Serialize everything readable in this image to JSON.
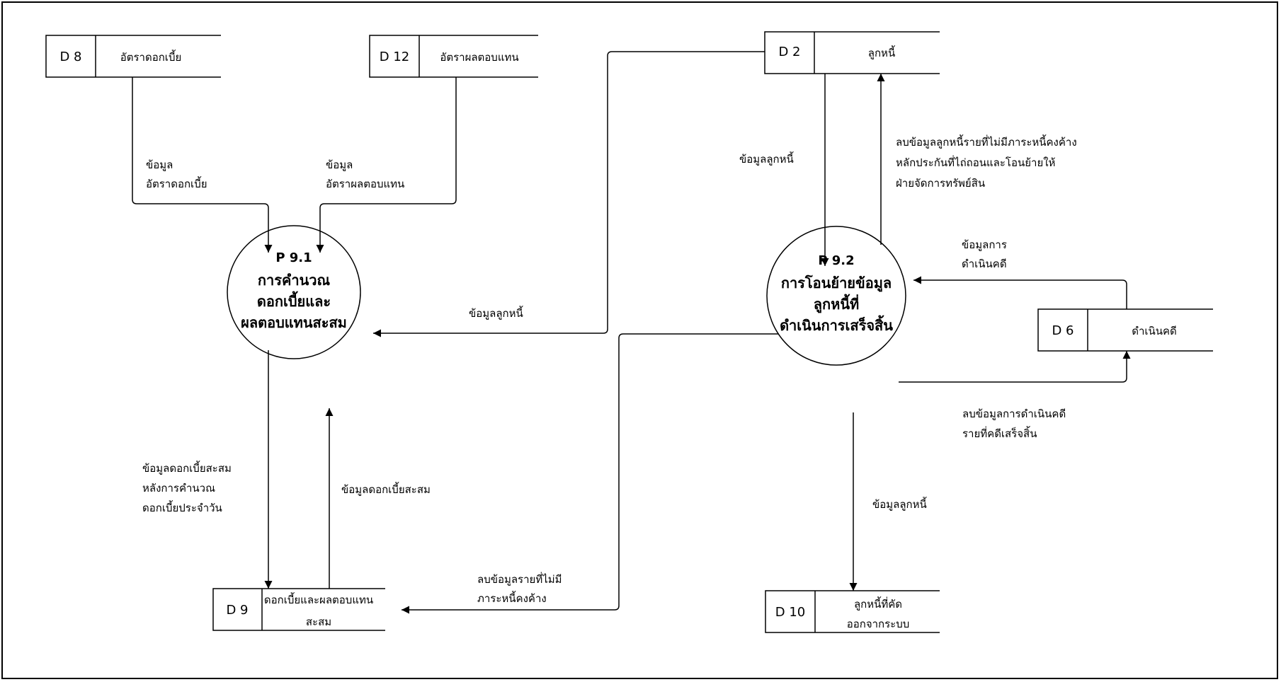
{
  "processes": {
    "p91": {
      "id": "P 9.1",
      "name": [
        "การคำนวณ",
        "ดอกเบี้ยและ",
        "ผลตอบแทนสะสม"
      ]
    },
    "p92": {
      "id": "P 9.2",
      "name": [
        "การโอนย้ายข้อมูล",
        "ลูกหนี้ที่",
        "ดำเนินการเสร็จสิ้น"
      ]
    }
  },
  "stores": {
    "d8": {
      "id": "D 8",
      "name": [
        "อัตราดอกเบี้ย"
      ]
    },
    "d12": {
      "id": "D 12",
      "name": [
        "อัตราผลตอบแทน"
      ]
    },
    "d2": {
      "id": "D 2",
      "name": [
        "ลูกหนี้"
      ]
    },
    "d6": {
      "id": "D 6",
      "name": [
        "ดำเนินคดี"
      ]
    },
    "d9": {
      "id": "D 9",
      "name": [
        "ดอกเบี้ยและผลตอบแทน",
        "สะสม"
      ]
    },
    "d10": {
      "id": "D 10",
      "name": [
        "ลูกหนี้ที่คัด",
        "ออกจากระบบ"
      ]
    }
  },
  "flows": {
    "d8_to_p91": [
      "ข้อมูล",
      "อัตราดอกเบี้ย"
    ],
    "d12_to_p91": [
      "ข้อมูล",
      "อัตราผลตอบแทน"
    ],
    "d2_to_p91": [
      "ข้อมูลลูกหนี้"
    ],
    "d2_to_p92": [
      "ข้อมูลลูกหนี้"
    ],
    "p92_to_d2": [
      "ลบข้อมูลลูกหนี้รายที่ไม่มีภาระหนี้คงค้าง",
      "หลักประกันที่ไถ่ถอนและโอนย้ายให้",
      "ฝ่ายจัดการทรัพย์สิน"
    ],
    "d6_to_p92": [
      "ข้อมูลการ",
      "ดำเนินคดี"
    ],
    "p92_to_d6": [
      "ลบข้อมูลการดำเนินคดี",
      "รายที่คดีเสร็จสิ้น"
    ],
    "p91_to_d9": [
      "ข้อมูลดอกเบี้ยสะสม",
      "หลังการคำนวณ",
      "ดอกเบี้ยประจำวัน"
    ],
    "d9_to_p91": [
      "ข้อมูลดอกเบี้ยสะสม"
    ],
    "p92_to_d9": [
      "ลบข้อมูลรายที่ไม่มี",
      "ภาระหนี้คงค้าง"
    ],
    "p92_to_d10": [
      "ข้อมูลลูกหนี้"
    ]
  }
}
